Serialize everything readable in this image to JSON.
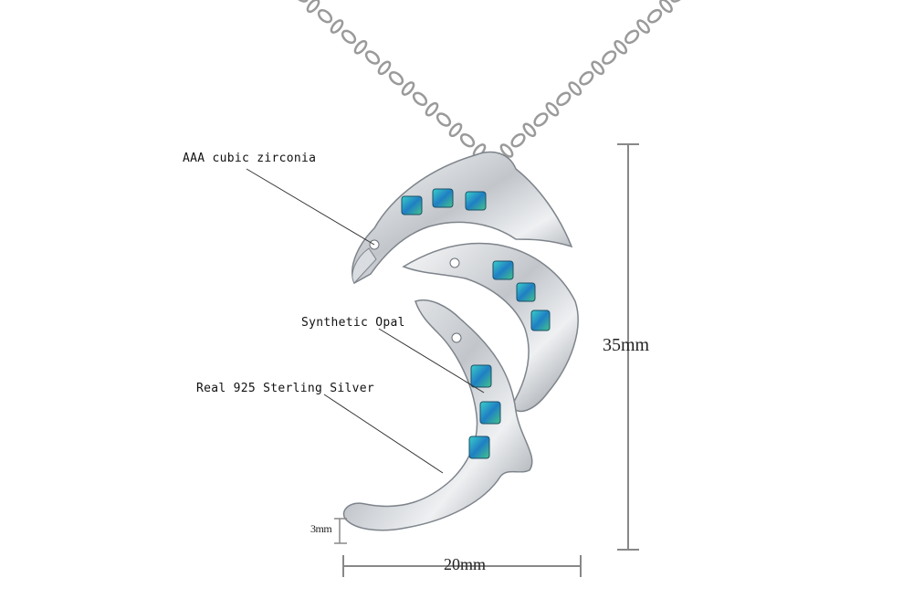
{
  "callouts": {
    "zirconia": "AAA cubic zirconia",
    "opal": "Synthetic Opal",
    "silver": "Real 925 Sterling Silver"
  },
  "dimensions": {
    "height": "35mm",
    "width": "20mm",
    "thickness": "3mm"
  },
  "colors": {
    "background": "#ffffff",
    "silver": "#c9cdd2",
    "opal": "#2fa3c7",
    "chain": "#9a9a9a",
    "dimension_line": "#888888"
  }
}
